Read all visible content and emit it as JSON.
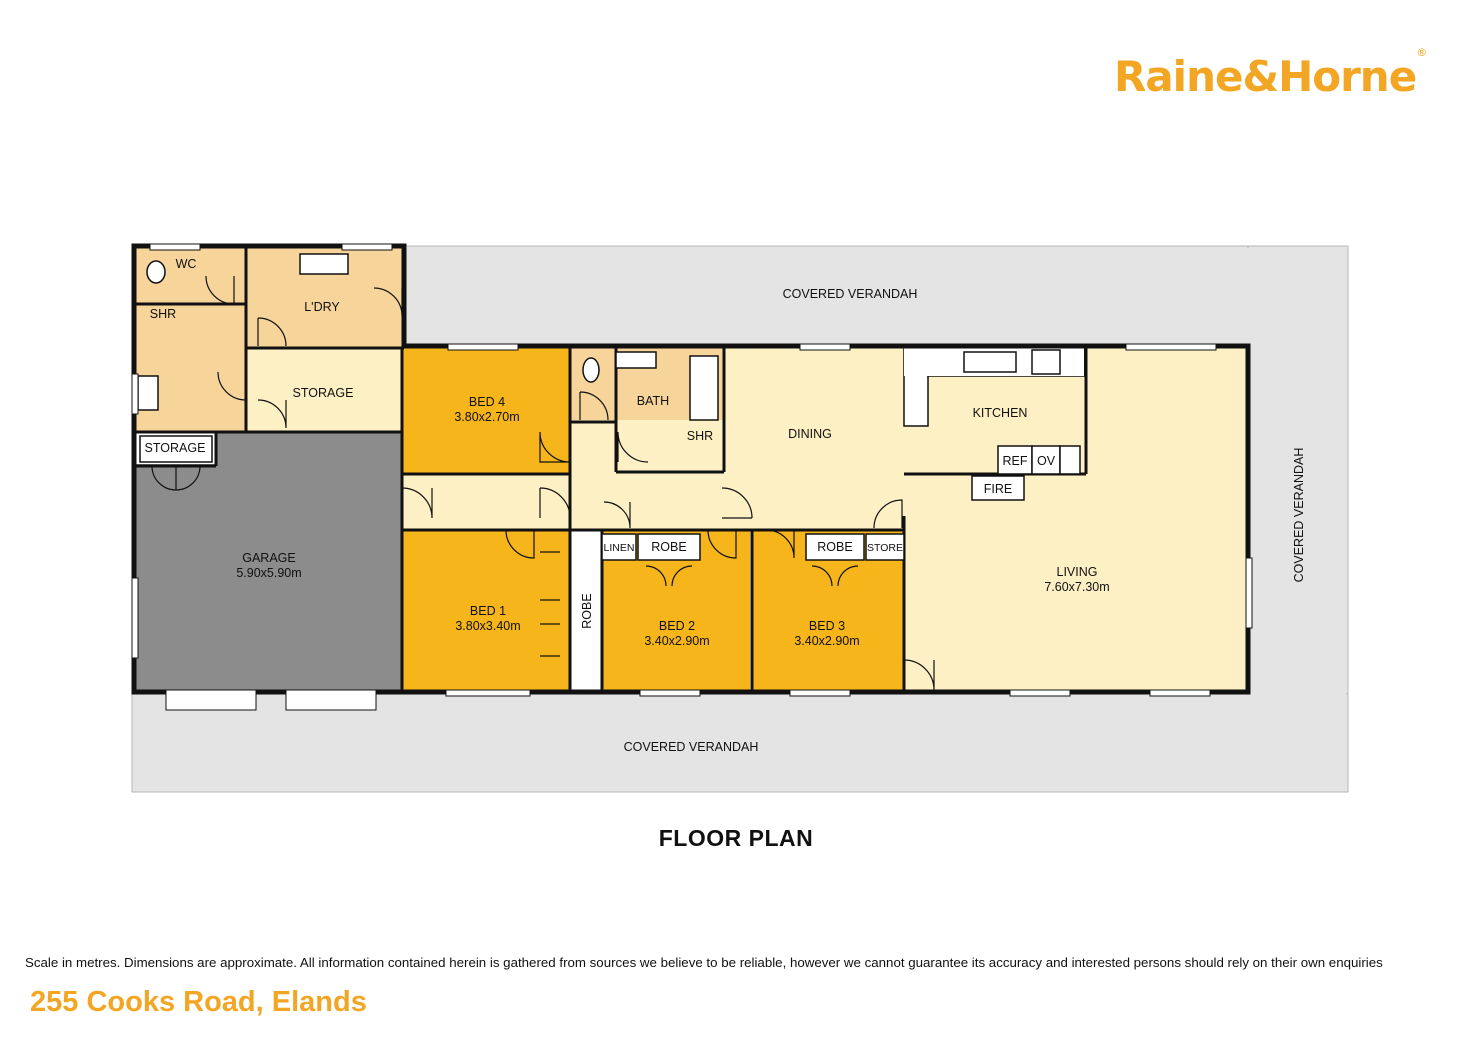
{
  "brand": {
    "name": "Raine&Horne",
    "mark": "®",
    "color": "#f2a623"
  },
  "title": "FLOOR PLAN",
  "disclaimer": "Scale in metres. Dimensions are approximate. All information contained herein is gathered from sources we believe to be reliable, however we cannot guarantee its accuracy and interested persons should rely on their own enquiries",
  "address": "255 Cooks Road, Elands",
  "colors": {
    "bedroom": "#f7b51c",
    "living": "#fdf0c4",
    "wet_area": "#f7d49a",
    "garage": "#8c8c8c",
    "verandah": "#e4e4e4",
    "wall": "#111111"
  },
  "rooms": {
    "wc": "WC",
    "shr1": "SHR",
    "laundry": "L'DRY",
    "storage1": "STORAGE",
    "storage2": "STORAGE",
    "bed4": {
      "name": "BED 4",
      "dims": "3.80x2.70m"
    },
    "bath": "BATH",
    "shr2": "SHR",
    "dining": "DINING",
    "kitchen": "KITCHEN",
    "ref": "REF",
    "ov": "OV",
    "fire": "FIRE",
    "garage": {
      "name": "GARAGE",
      "dims": "5.90x5.90m"
    },
    "bed1": {
      "name": "BED 1",
      "dims": "3.80x3.40m"
    },
    "robe1": "ROBE",
    "linen": "LINEN",
    "robe2": "ROBE",
    "bed2": {
      "name": "BED 2",
      "dims": "3.40x2.90m"
    },
    "robe3": "ROBE",
    "store": "STORE",
    "bed3": {
      "name": "BED 3",
      "dims": "3.40x2.90m"
    },
    "living": {
      "name": "LIVING",
      "dims": "7.60x7.30m"
    }
  },
  "verandahs": {
    "north": "COVERED VERANDAH",
    "east": "COVERED VERANDAH",
    "south": "COVERED VERANDAH"
  }
}
